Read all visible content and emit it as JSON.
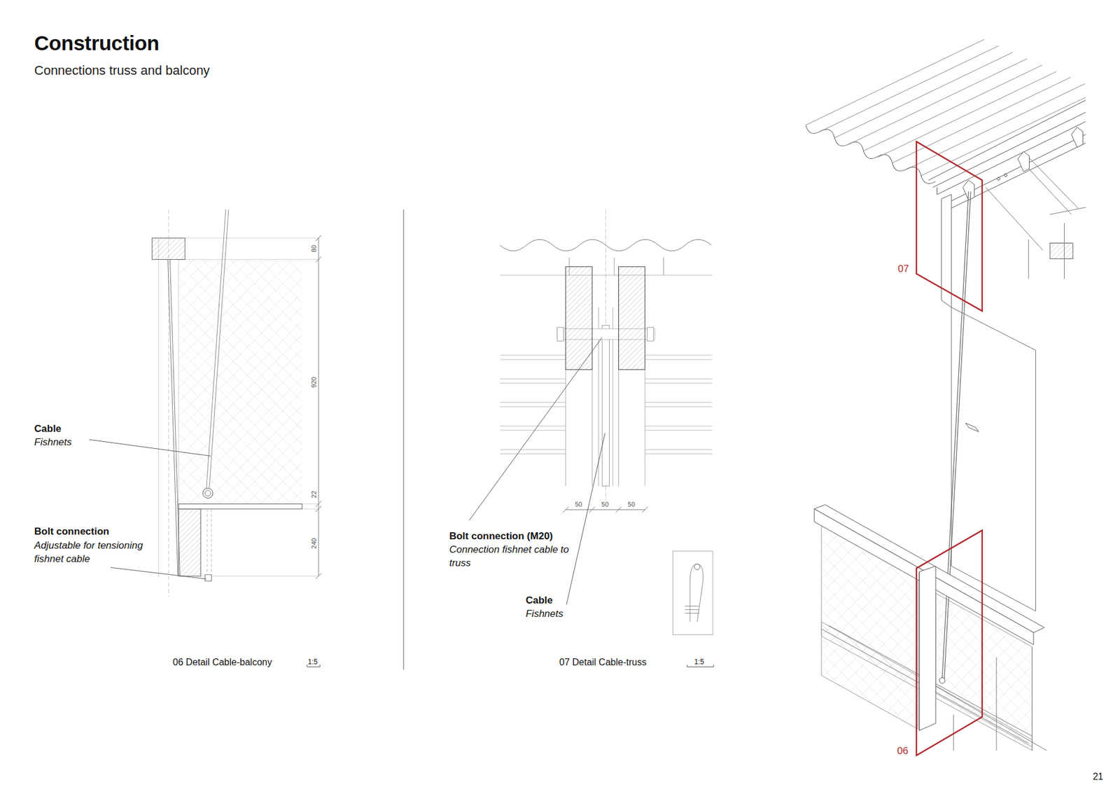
{
  "diagram": {
    "title": "Construction",
    "caption": "Connections truss and balcony",
    "labels": [
      "Cable",
      "Fishnets",
      "Bolt connection",
      "Adjustable for tensioning fishnet cable",
      "80",
      "920",
      "22",
      "240",
      "06 Detail Cable-balcony",
      "1:5",
      "Bolt connection (M20)",
      "Connection fishnet cable to truss",
      "Cable",
      "Fishnets",
      "50",
      "50",
      "50",
      "07 Detail Cable-truss",
      "1:5",
      "07",
      "06",
      "21"
    ]
  }
}
